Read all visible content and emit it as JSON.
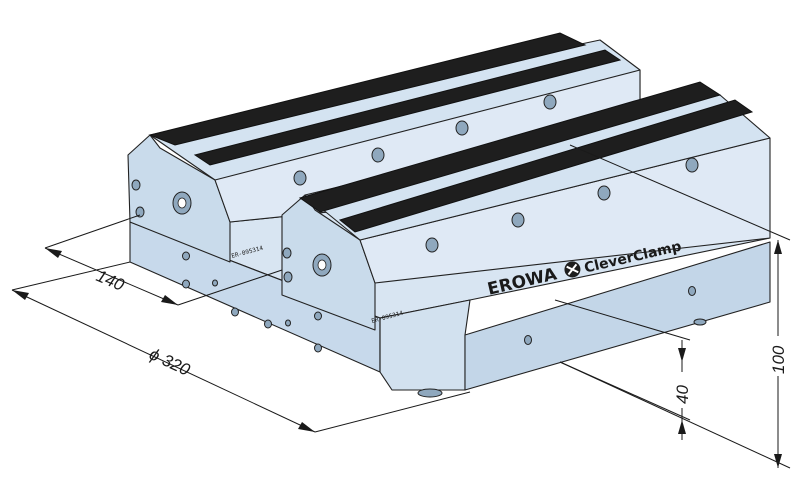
{
  "colors": {
    "body_light": "#dce8f5",
    "body_mid": "#c9daea",
    "body_dark": "#b4c8db",
    "rail": "#1e1e1e"
  },
  "labels": {
    "brand": "EROWA",
    "product": "CleverClamp",
    "serial_1": "ER-095314",
    "serial_2": "ER-095314"
  },
  "dimensions": {
    "d1": "140",
    "d2": "ϕ 320",
    "d3": "40",
    "d4": "100"
  },
  "icons": [
    "erowa-logo-icon"
  ]
}
